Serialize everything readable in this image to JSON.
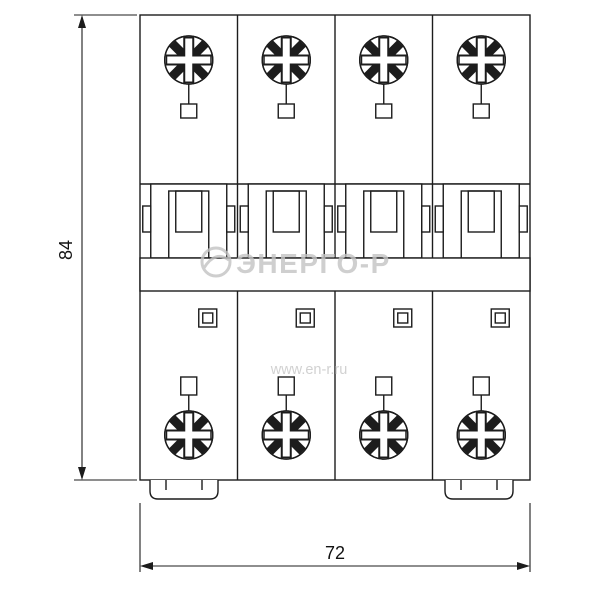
{
  "page": {
    "background_color": "#ffffff",
    "line_color": "#1c1c1c",
    "watermark_color": "#c4c4c4"
  },
  "drawing": {
    "subject": "4-pole modular circuit breaker, front view, dimensional technical drawing",
    "pole_count": 4,
    "icons": {
      "screw_head": "combi-screw-head-icon",
      "logo": "energo-orbit-logo-icon"
    }
  },
  "dimensions": {
    "height": {
      "value": "84"
    },
    "width": {
      "value": "72"
    }
  },
  "watermark": {
    "brand": "ЭНЕРГО-Р",
    "website": "www.en-r.ru"
  }
}
